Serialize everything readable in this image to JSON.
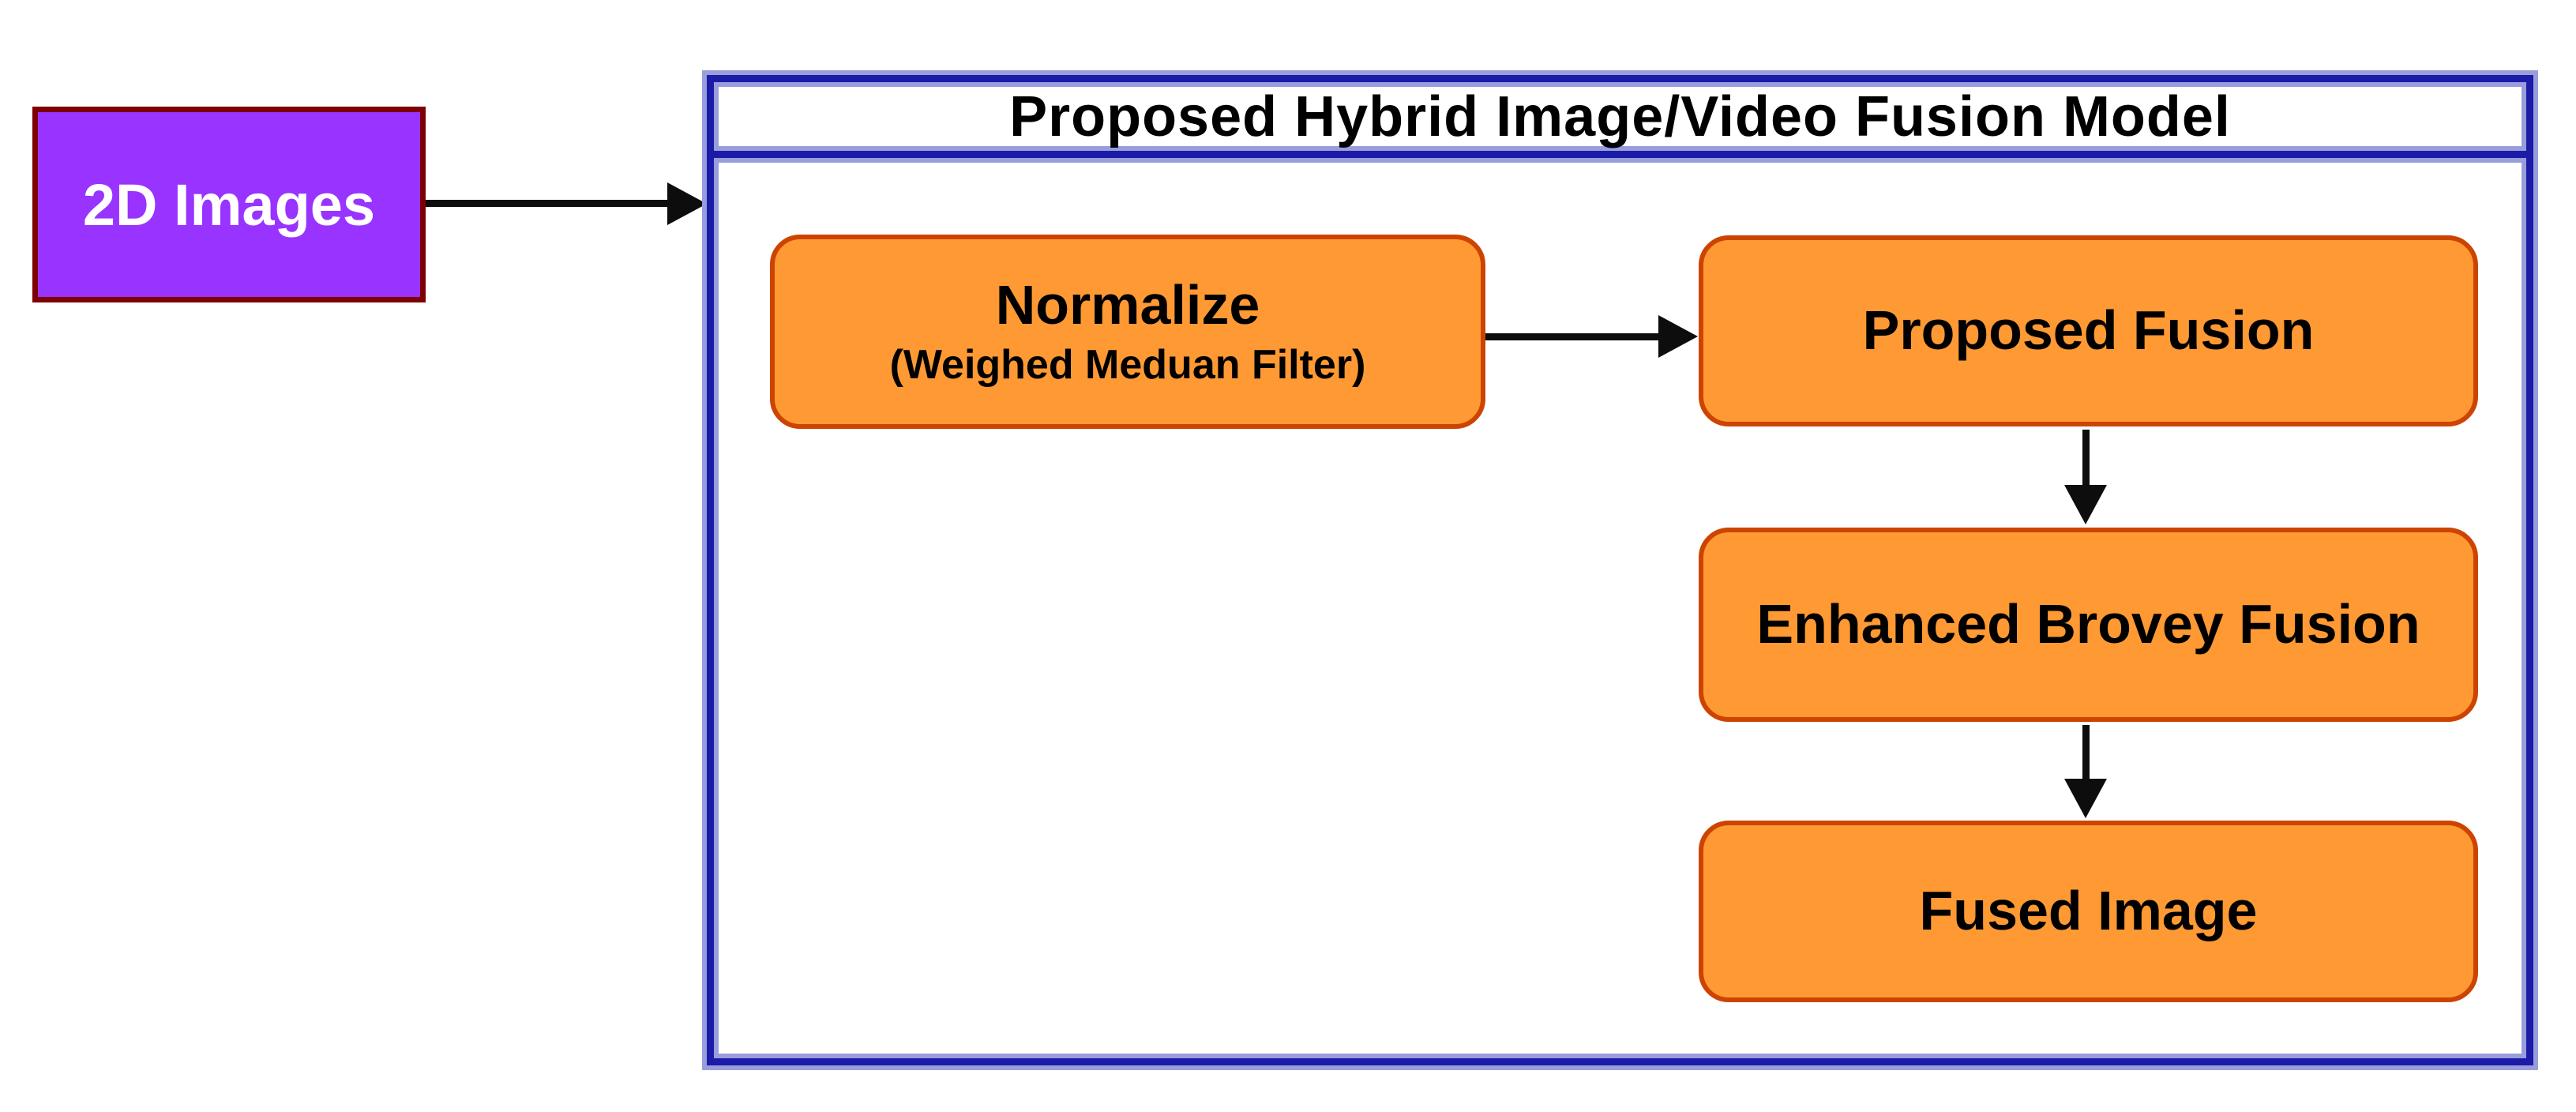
{
  "colors": {
    "background": "#FFFFFF",
    "purple_fill": "#9933FF",
    "purple_border": "#7E0004",
    "orange_fill": "#FF9933",
    "orange_border": "#CC4400",
    "container_border": "#1B1BA8",
    "container_border_halo": "#989DDB",
    "arrow_color": "#0D0D0D",
    "label_dark": "#000000",
    "label_light": "#FFFFFF"
  },
  "source_node": {
    "label": "2D Images"
  },
  "model": {
    "title": "Proposed Hybrid Image/Video Fusion Model",
    "steps": {
      "normalize": {
        "label": "Normalize",
        "sublabel": "(Weighed Meduan Filter)"
      },
      "proposed_fusion": {
        "label": "Proposed Fusion"
      },
      "enhanced_brovey": {
        "label": "Enhanced Brovey Fusion"
      },
      "fused_image": {
        "label": "Fused Image"
      }
    }
  }
}
